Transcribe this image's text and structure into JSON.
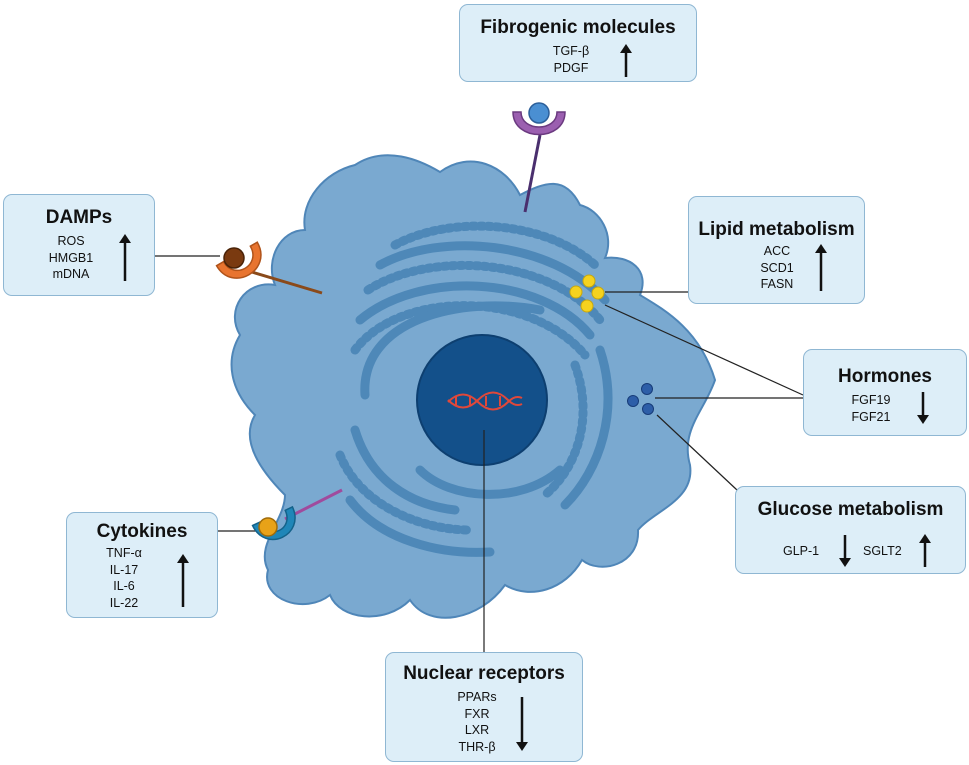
{
  "boxes": {
    "fibrogenic": {
      "title": "Fibrogenic molecules",
      "items": [
        "TGF-β",
        "PDGF"
      ],
      "trend": "up"
    },
    "damps": {
      "title": "DAMPs",
      "items": [
        "ROS",
        "HMGB1",
        "mDNA"
      ],
      "trend": "up"
    },
    "lipid": {
      "title": "Lipid metabolism",
      "items": [
        "ACC",
        "SCD1",
        "FASN"
      ],
      "trend": "up"
    },
    "hormones": {
      "title": "Hormones",
      "items": [
        "FGF19",
        "FGF21"
      ],
      "trend": "down"
    },
    "glucose": {
      "title": "Glucose metabolism",
      "items": [
        {
          "label": "GLP-1",
          "trend": "down"
        },
        {
          "label": "SGLT2",
          "trend": "up"
        }
      ]
    },
    "cytokines": {
      "title": "Cytokines",
      "items": [
        "TNF-α",
        "IL-17",
        "IL-6",
        "IL-22"
      ],
      "trend": "up"
    },
    "nuclear": {
      "title": "Nuclear receptors",
      "items": [
        "PPARs",
        "FXR",
        "LXR",
        "THR-β"
      ],
      "trend": "down"
    }
  },
  "colors": {
    "cell_fill": "#7aa9d0",
    "cell_stroke": "#4f86b8",
    "er_stroke": "#4e88b8",
    "nucleus": "#13508a",
    "dna": "#e0483a",
    "box_fill": "#ddeef8",
    "box_border": "#8fb7d3",
    "lipid_droplets": "#f5d21e",
    "hormone_dots": "#2d5ea8",
    "fibrogenic_receptor": "#9b5fb0",
    "damps_receptor": "#e8742f",
    "cytokine_receptor": "#1f86b8"
  }
}
